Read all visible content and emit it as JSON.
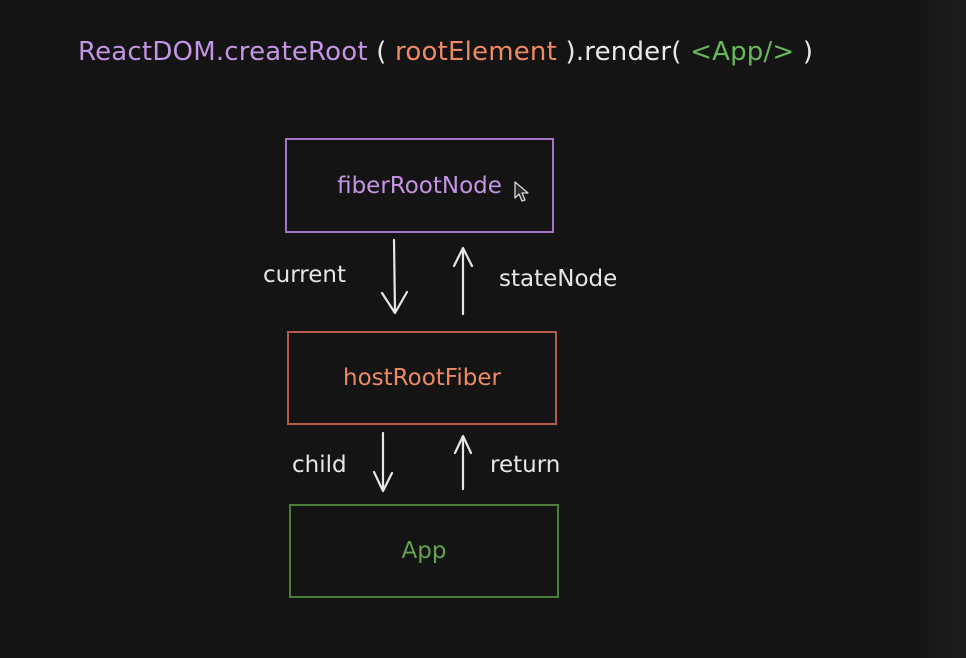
{
  "code_line": {
    "fn": "ReactDOM.createRoot",
    "open_paren": " ( ",
    "arg": "rootElement",
    "render_call": " ).render( ",
    "jsx": "<App/>",
    "close_paren": " )"
  },
  "nodes": {
    "root": "fiberRootNode",
    "host": "hostRootFiber",
    "app": "App"
  },
  "edges": {
    "current": "current",
    "state_node": "stateNode",
    "child": "child",
    "return": "return"
  },
  "colors": {
    "background": "#141414",
    "purple": "#c594e4",
    "orange": "#ee8a63",
    "green": "#62a24e",
    "white": "#e6e6e6"
  },
  "icons": {
    "cursor": "mouse-cursor-icon",
    "arrow_down": "arrow-down-icon",
    "arrow_up": "arrow-up-icon"
  }
}
